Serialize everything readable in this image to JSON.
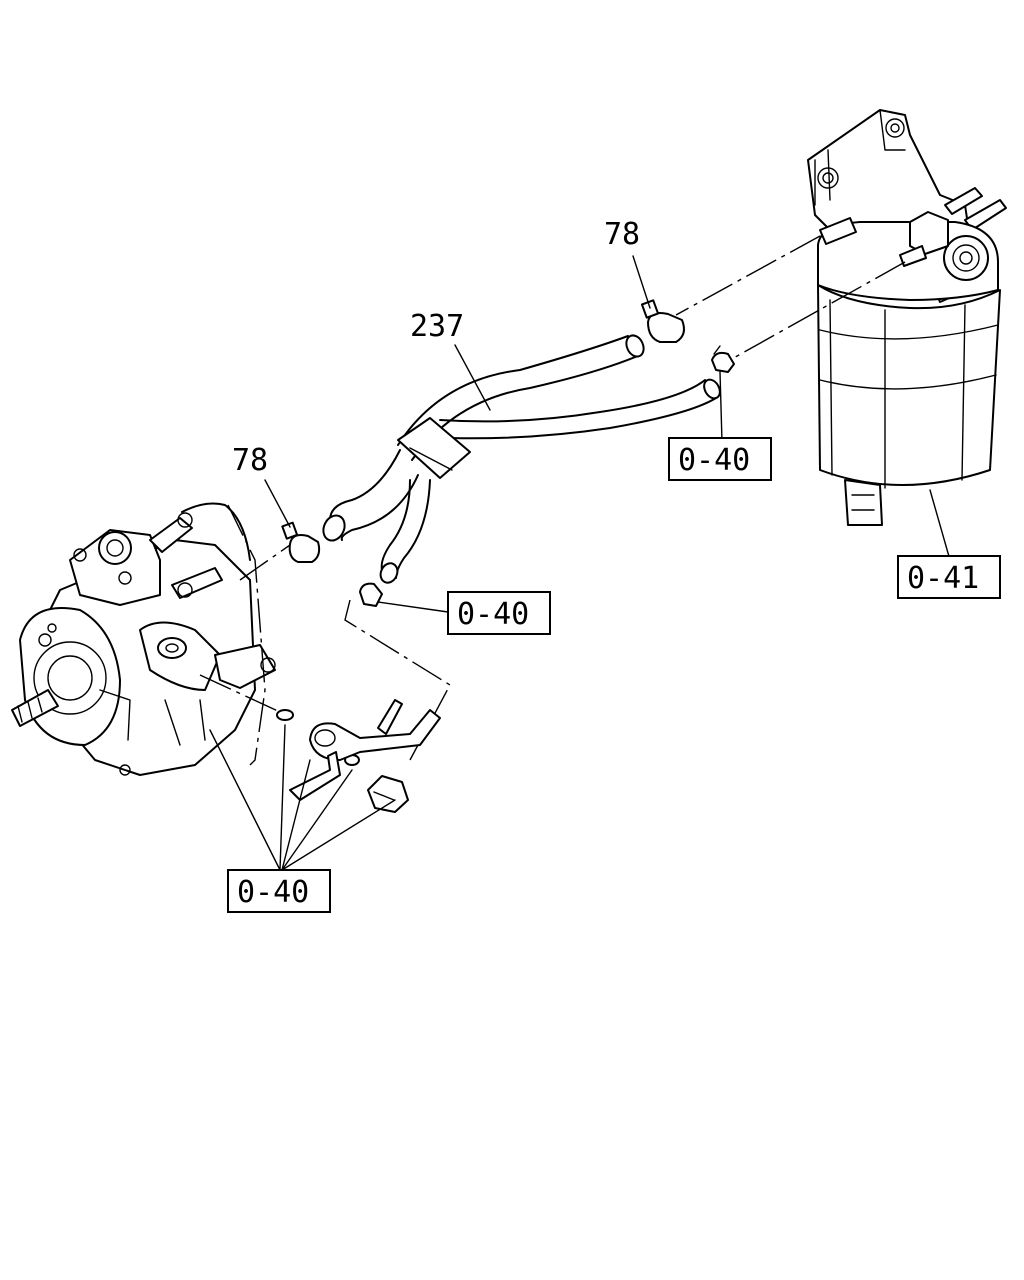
{
  "callouts": {
    "hose_assembly": "237",
    "clip_upper": "78",
    "clip_lower": "78",
    "ref_return_clip": "0-40",
    "ref_pump_clip": "0-40",
    "ref_pump_fittings": "0-40",
    "ref_filter": "0-41"
  }
}
